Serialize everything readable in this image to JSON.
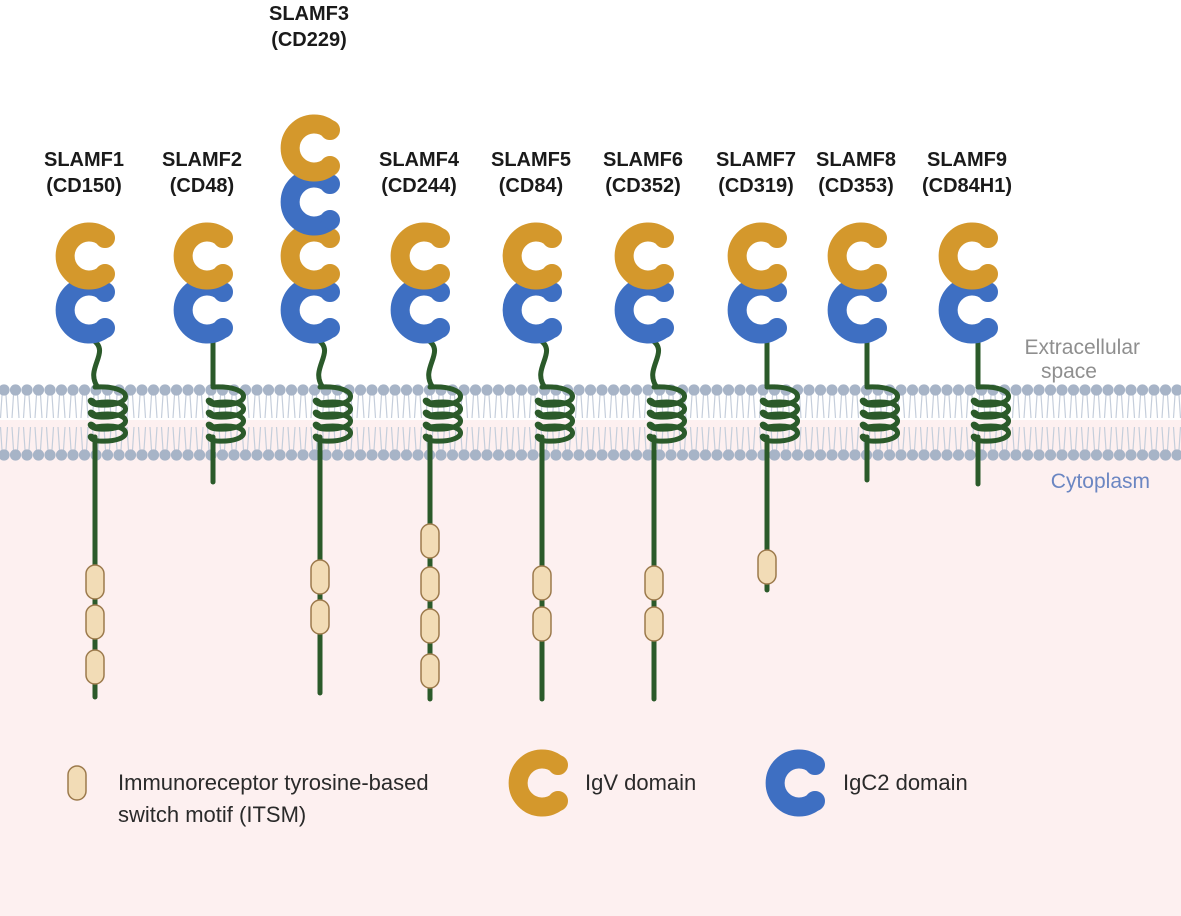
{
  "colors": {
    "igv": "#d4982c",
    "igc2": "#3e6fc2",
    "stalk": "#2b5a2a",
    "itsm_fill": "#f2dcb6",
    "itsm_stroke": "#9c7a4c",
    "cytoplasm_bg": "#fdf0f0",
    "membrane_head": "#a7b4c7",
    "membrane_tail": "#c5cedb"
  },
  "regions": {
    "extracellular_line1": "Extracellular",
    "extracellular_line2": "space",
    "cytoplasm": "Cytoplasm"
  },
  "receptors": [
    {
      "name": "SLAMF1",
      "cd": "(CD150)",
      "domains": [
        "IgV",
        "IgC2"
      ],
      "coils": 4,
      "itsm_count": 3
    },
    {
      "name": "SLAMF2",
      "cd": "(CD48)",
      "domains": [
        "IgV",
        "IgC2"
      ],
      "coils": 4,
      "itsm_count": 0
    },
    {
      "name": "SLAMF3",
      "cd": "(CD229)",
      "domains": [
        "IgV",
        "IgC2",
        "IgV",
        "IgC2"
      ],
      "coils": 4,
      "itsm_count": 2
    },
    {
      "name": "SLAMF4",
      "cd": "(CD244)",
      "domains": [
        "IgV",
        "IgC2"
      ],
      "coils": 4,
      "itsm_count": 4
    },
    {
      "name": "SLAMF5",
      "cd": "(CD84)",
      "domains": [
        "IgV",
        "IgC2"
      ],
      "coils": 4,
      "itsm_count": 2
    },
    {
      "name": "SLAMF6",
      "cd": "(CD352)",
      "domains": [
        "IgV",
        "IgC2"
      ],
      "coils": 4,
      "itsm_count": 2
    },
    {
      "name": "SLAMF7",
      "cd": "(CD319)",
      "domains": [
        "IgV",
        "IgC2"
      ],
      "coils": 4,
      "itsm_count": 1
    },
    {
      "name": "SLAMF8",
      "cd": "(CD353)",
      "domains": [
        "IgV",
        "IgC2"
      ],
      "coils": 4,
      "itsm_count": 0
    },
    {
      "name": "SLAMF9",
      "cd": "(CD84H1)",
      "domains": [
        "IgV",
        "IgC2"
      ],
      "coils": 4,
      "itsm_count": 0
    }
  ],
  "legend": {
    "itsm_line1": "Immunoreceptor tyrosine-based",
    "itsm_line2": "switch motif (ITSM)",
    "igv": "IgV domain",
    "igc2": "IgC2 domain"
  }
}
